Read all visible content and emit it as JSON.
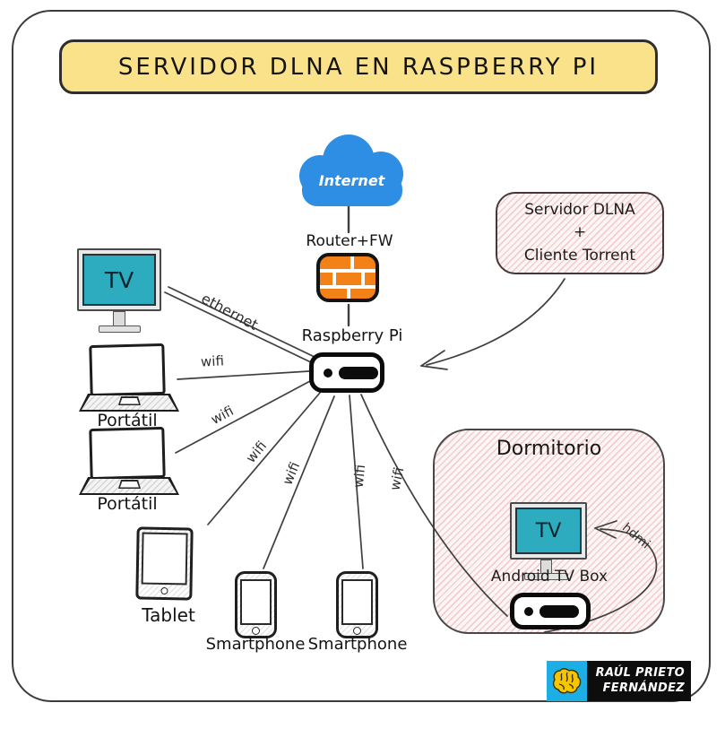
{
  "title": "SERVIDOR DLNA EN RASPBERRY PI",
  "cloud": {
    "label": "Internet"
  },
  "router": {
    "label": "Router+FW"
  },
  "raspberry": {
    "label": "Raspberry Pi"
  },
  "note": {
    "line1": "Servidor DLNA",
    "line2": "+",
    "line3": "Cliente Torrent"
  },
  "devices": {
    "tv_left": {
      "label": "TV"
    },
    "laptop1": {
      "label": "Portátil"
    },
    "laptop2": {
      "label": "Portátil"
    },
    "tablet": {
      "label": "Tablet"
    },
    "smartphone1": {
      "label": "Smartphone"
    },
    "smartphone2": {
      "label": "Smartphone"
    }
  },
  "dormitorio": {
    "title": "Dormitorio",
    "tv_label": "TV",
    "box_label": "Android TV Box"
  },
  "connections": {
    "ethernet": "ethernet",
    "wifi_labels": [
      "wifi",
      "wifi",
      "wifi",
      "wifi",
      "wifi",
      "wifi"
    ],
    "hdmi": "hdmi"
  },
  "logo": {
    "line1": "RAÚL PRIETO",
    "line2": "FERNÁNDEZ"
  },
  "colors": {
    "banner_yellow": "#FAE28A",
    "cloud_blue": "#2E8EE3",
    "firewall_orange": "#F28118",
    "tv_screen_teal": "#2CACBE",
    "hatch_red": "#E26C6C",
    "logo_cyan": "#1CAEE4",
    "logo_yellow": "#F6C500",
    "line_gray": "#3f3f3f"
  }
}
